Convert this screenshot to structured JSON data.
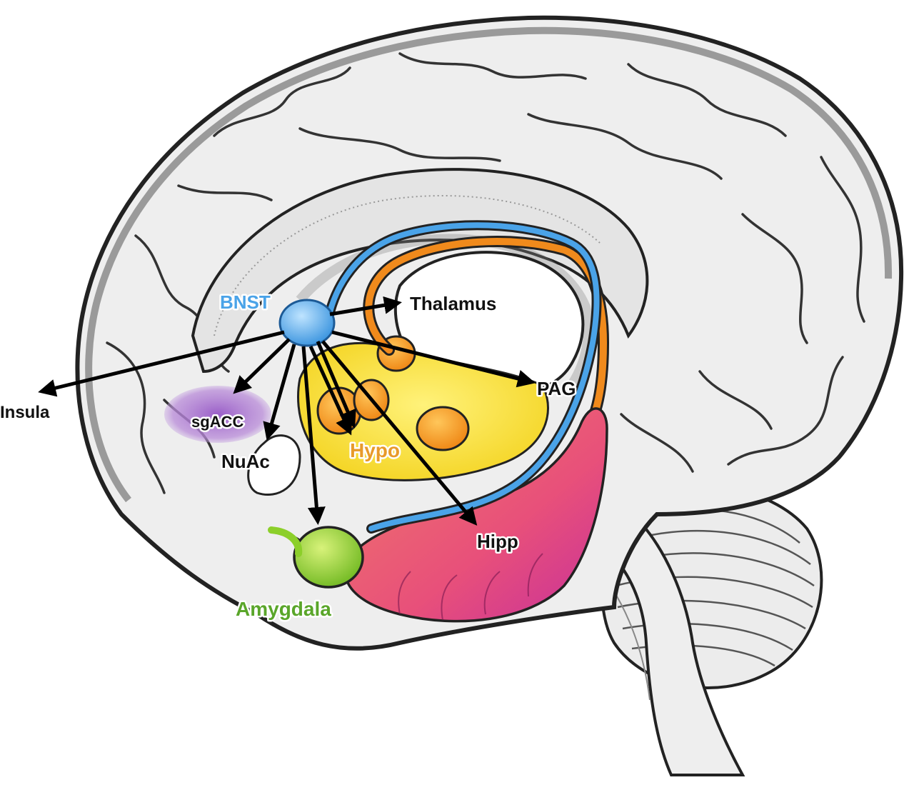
{
  "labels": {
    "bnst": "BNST",
    "thalamus": "Thalamus",
    "pag": "PAG",
    "insula": "Insula",
    "sgacc": "sgACC",
    "nuac": "NuAc",
    "hypo": "Hypo",
    "hipp": "Hipp",
    "amygdala": "Amygdala"
  },
  "colors": {
    "bnst": "#4aa3e8",
    "thalamus_pathway": "#f08a1c",
    "hypothalamus": "#f6dc2a",
    "hypo_nuclei": "#f39a1e",
    "hippocampus": "#e8507a",
    "amygdala": "#8ccf2a",
    "sgacc": "#8a4fb8",
    "label_dark": "#111111",
    "label_hypo": "#e89a2a",
    "label_amygdala": "#5aa62a"
  }
}
